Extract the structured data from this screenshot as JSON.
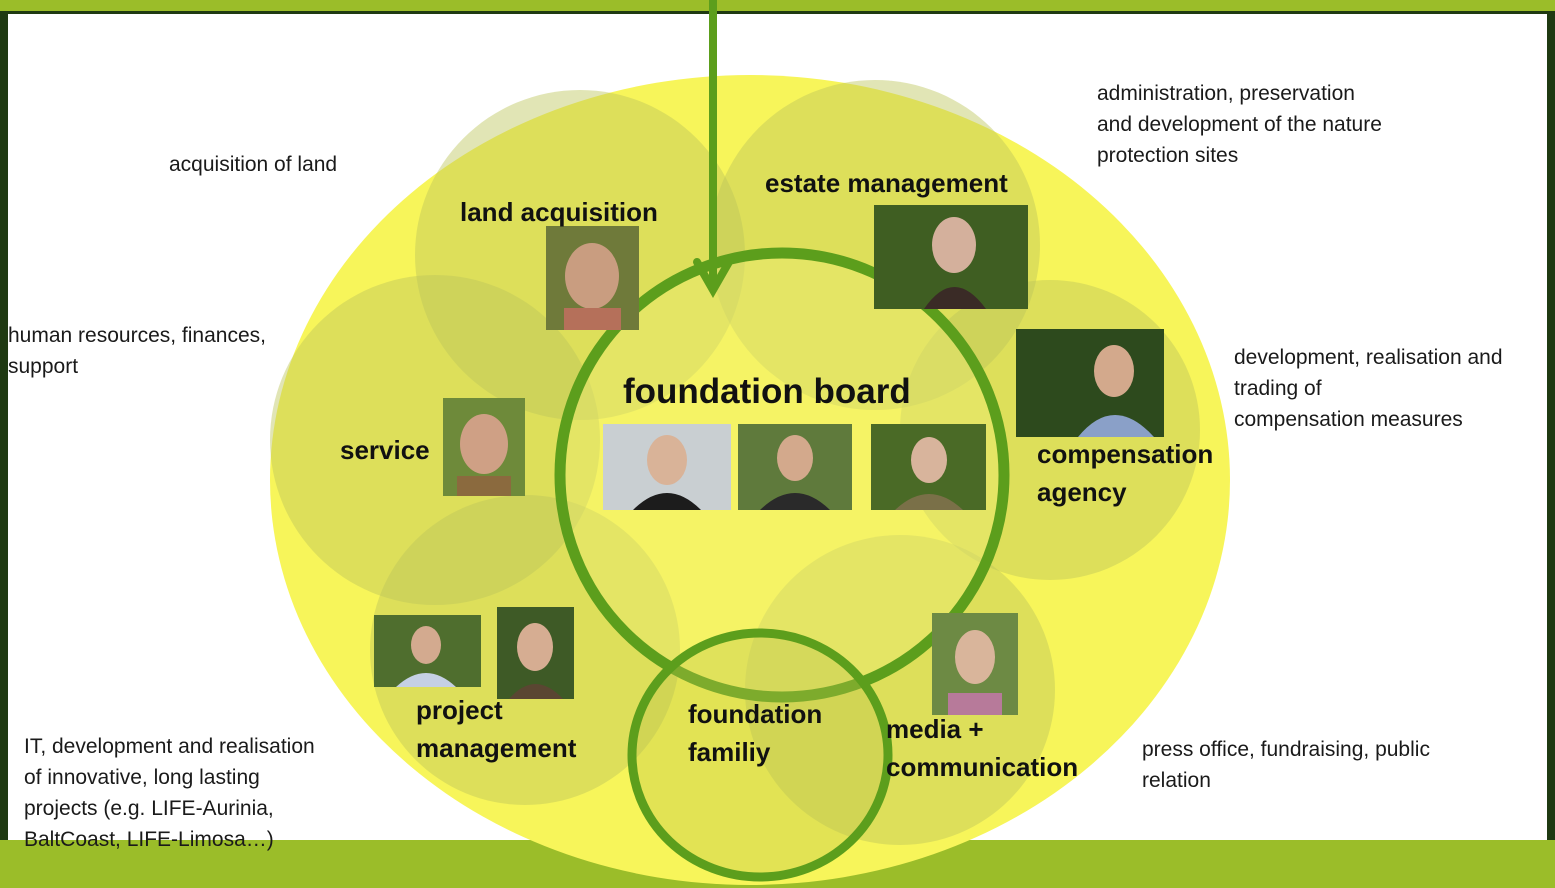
{
  "board": {
    "title": "foundation board"
  },
  "departments": {
    "land_acquisition": "land acquisition",
    "estate_management": "estate management",
    "service": "service",
    "compensation_agency": "compensation\nagency",
    "project_management": "project\nmanagement",
    "foundation_family": "foundation\nfamiliy",
    "media_communication": "media +\ncommunication"
  },
  "descriptions": {
    "land_acquisition": "acquisition of land",
    "estate_management": "administration, preservation\nand development of the nature\nprotection sites",
    "service": "human resources, finances,\nsupport",
    "compensation_agency": "development, realisation and\ntrading of\ncompensation measures",
    "project_management": "IT, development and realisation\nof innovative, long lasting\nprojects (e.g. LIFE-Aurinia,\nBaltCoast, LIFE-Limosa…)",
    "media_communication": "press office, fundraising, public\nrelation"
  },
  "colors": {
    "frame_green": "#9bbd29",
    "dark_green": "#1f3a12",
    "ring_green": "#5c9e1c",
    "outer_yellow": "#f7f55a",
    "petal_green": "#c4cf62"
  }
}
